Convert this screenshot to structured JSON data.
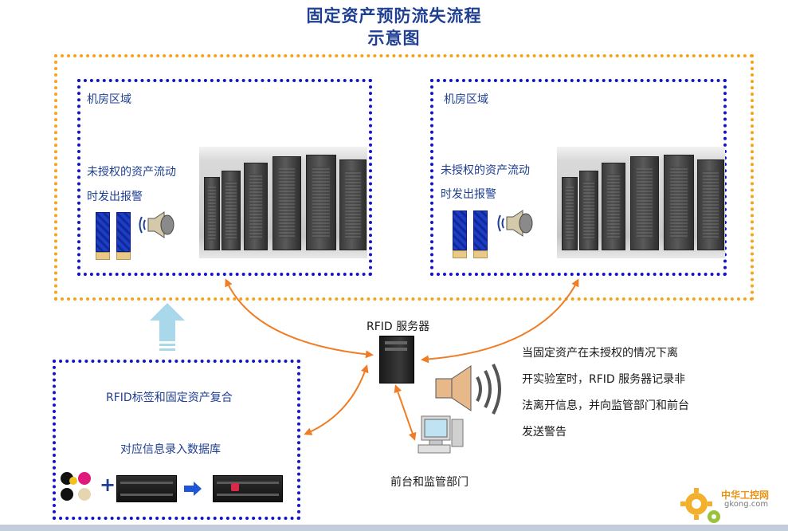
{
  "title": {
    "line1": "固定资产预防流失流程",
    "line2": "示意图"
  },
  "rooms": [
    {
      "label": "机房区域",
      "alarm_line1": "未授权的资产流动",
      "alarm_line2": "时发出报警"
    },
    {
      "label": "机房区域",
      "alarm_line1": "未授权的资产流动",
      "alarm_line2": "时发出报警"
    }
  ],
  "server": {
    "label": "RFID  服务器"
  },
  "frontdesk": {
    "label": "前台和监管部门"
  },
  "warning": {
    "line1": "当固定资产在未授权的情况下离",
    "line2": "开实验室时，RFID 服务器记录非",
    "line3": "法离开信息，并向监管部门和前台",
    "line4": "发送警告"
  },
  "database": {
    "line1": "RFID标签和固定资产复合",
    "line2": "对应信息录入数据库"
  },
  "logo": {
    "text": "中华工控网",
    "url": "gkong.com"
  },
  "colors": {
    "title": "#1f3f93",
    "orange_border": "#f7a21b",
    "blue_border": "#1414c8",
    "arrow": "#f07d26",
    "up_arrow": "#a8d8ea"
  },
  "icons": [
    "gate-icon",
    "speaker-icon",
    "server-icon",
    "computer-icon",
    "tag-dots-icon",
    "plus-icon",
    "right-arrow-icon",
    "up-arrow-icon",
    "gear-logo-icon"
  ]
}
